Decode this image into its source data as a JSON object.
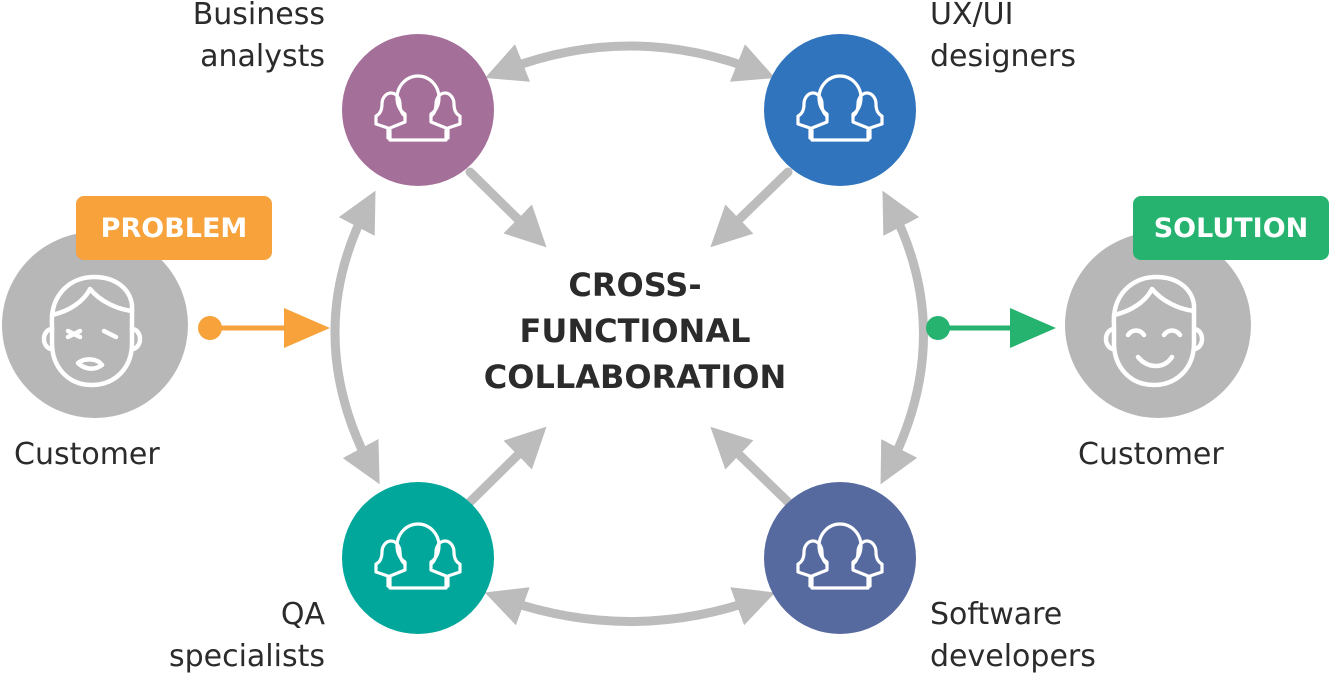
{
  "center": {
    "line1": "CROSS-",
    "line2": "FUNCTIONAL",
    "line3": "COLLABORATION"
  },
  "teams": {
    "business_analysts": {
      "line1": "Business",
      "line2": "analysts",
      "color": "#a46f98"
    },
    "ux_ui_designers": {
      "line1": "UX/UI",
      "line2": "designers",
      "color": "#2f74bd"
    },
    "qa_specialists": {
      "line1": "QA",
      "line2": "specialists",
      "color": "#00a79a"
    },
    "software_developers": {
      "line1": "Software",
      "line2": "developers",
      "color": "#566aa0"
    }
  },
  "customer_left": {
    "label": "Customer",
    "badge": "PROBLEM",
    "badge_color": "#f7a23b",
    "arrow_color": "#f7a23b"
  },
  "customer_right": {
    "label": "Customer",
    "badge": "SOLUTION",
    "badge_color": "#25b36f",
    "arrow_color": "#25b36f"
  },
  "colors": {
    "arrow_gray": "#bcbcbc",
    "customer_gray": "#b7b7b7"
  }
}
